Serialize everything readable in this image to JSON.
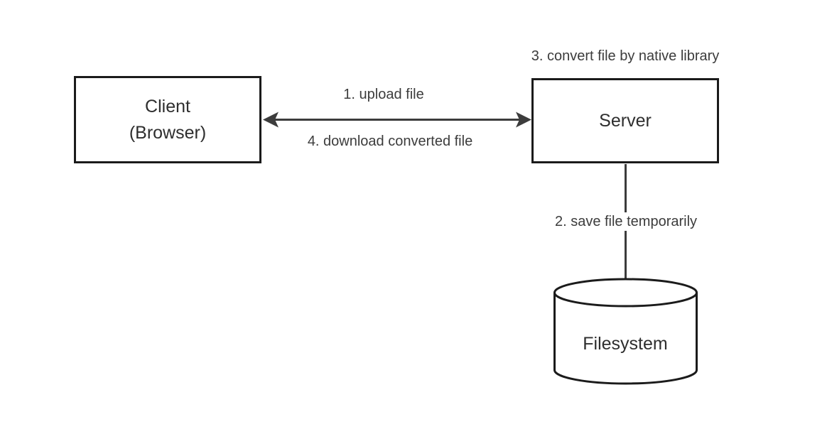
{
  "colors": {
    "bg": "#ffffff",
    "node_stroke": "#1b1b1b",
    "node_text": "#2e2e2e",
    "anno_text": "#3c3c3c",
    "connector": "#3c3c3c"
  },
  "nodes": {
    "client": {
      "line1": "Client",
      "line2": "(Browser)"
    },
    "server": {
      "label": "Server"
    },
    "filesystem": {
      "label": "Filesystem"
    }
  },
  "annotations": {
    "upload": "1. upload file",
    "download": "4. download converted file",
    "save": "2. save file temporarily",
    "convert": "3. convert file by native library"
  }
}
